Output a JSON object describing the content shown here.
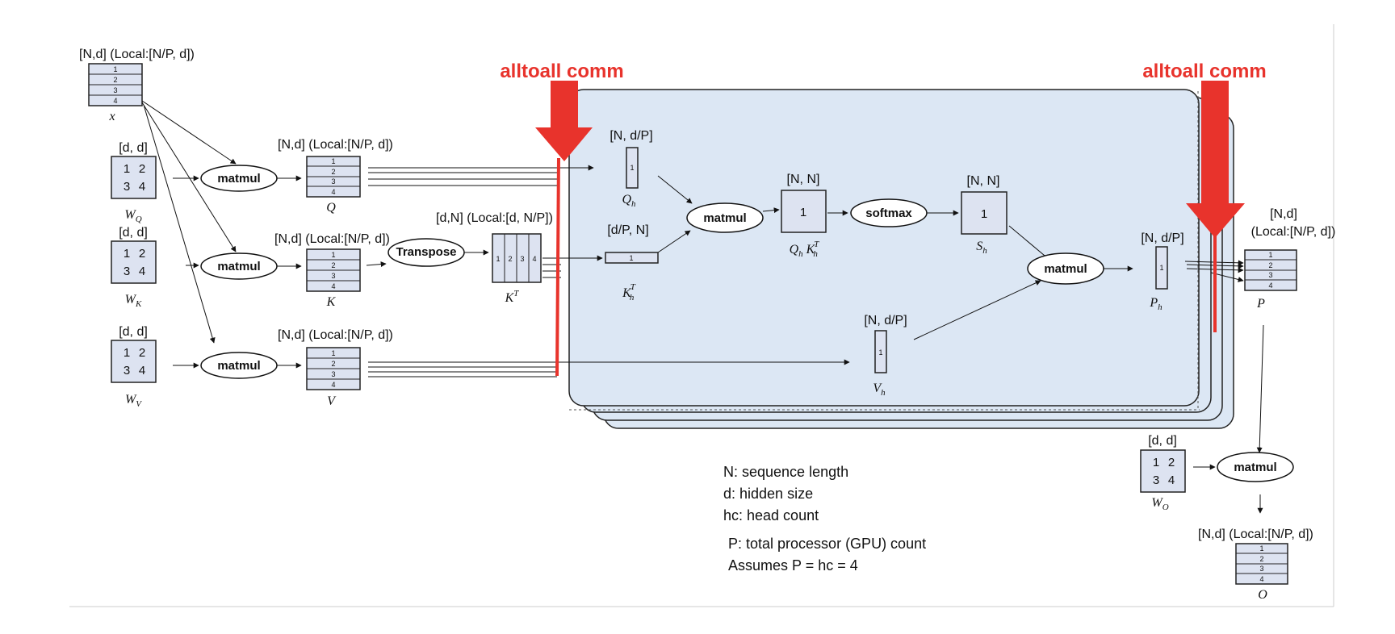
{
  "colors": {
    "comm": "#e8332c",
    "box": "#dde3f1",
    "panel": "#dce7f4",
    "panel_stroke": "#222222"
  },
  "comm": {
    "left_label": "alltoall comm",
    "right_label": "alltoall comm"
  },
  "input": {
    "shape": "[N,d] (Local:[N/P, d])",
    "name": "x",
    "rows": [
      "1",
      "2",
      "3",
      "4"
    ]
  },
  "weights": {
    "q": {
      "shape": "[d, d]",
      "cells": [
        "1",
        "2",
        "3",
        "4"
      ],
      "name": "W",
      "sub": "Q"
    },
    "k": {
      "shape": "[d, d]",
      "cells": [
        "1",
        "2",
        "3",
        "4"
      ],
      "name": "W",
      "sub": "K"
    },
    "v": {
      "shape": "[d, d]",
      "cells": [
        "1",
        "2",
        "3",
        "4"
      ],
      "name": "W",
      "sub": "V"
    },
    "o": {
      "shape": "[d, d]",
      "cells": [
        "1",
        "2",
        "3",
        "4"
      ],
      "name": "W",
      "sub": "O"
    }
  },
  "ops": {
    "matmul": "matmul",
    "transpose": "Transpose",
    "softmax": "softmax"
  },
  "projections": {
    "q": {
      "shape": "[N,d] (Local:[N/P, d])",
      "name": "Q",
      "rows": [
        "1",
        "2",
        "3",
        "4"
      ]
    },
    "k": {
      "shape": "[N,d] (Local:[N/P, d])",
      "name": "K",
      "rows": [
        "1",
        "2",
        "3",
        "4"
      ]
    },
    "v": {
      "shape": "[N,d] (Local:[N/P, d])",
      "name": "V",
      "rows": [
        "1",
        "2",
        "3",
        "4"
      ]
    }
  },
  "kt": {
    "shape": "[d,N] (Local:[d, N/P])",
    "name": "K",
    "sup": "T",
    "cols": [
      "1",
      "2",
      "3",
      "4"
    ]
  },
  "heads": {
    "qh": {
      "shape": "[N, d/P]",
      "cell": "1",
      "name": "Q",
      "sub": "h"
    },
    "kht": {
      "shape": "[d/P, N]",
      "cell": "1",
      "name": "K",
      "sub": "h",
      "sup": "T"
    },
    "qk": {
      "shape": "[N, N]",
      "cell": "1",
      "name1": "Q",
      "sub1": "h",
      "name2": "K",
      "sub2": "h",
      "sup2": "T"
    },
    "sh": {
      "shape": "[N, N]",
      "cell": "1",
      "name": "S",
      "sub": "h"
    },
    "vh": {
      "shape": "[N, d/P]",
      "cell": "1",
      "name": "V",
      "sub": "h"
    },
    "ph": {
      "shape": "[N, d/P]",
      "cell": "1",
      "name": "P",
      "sub": "h"
    }
  },
  "p_out": {
    "shape1": "[N,d]",
    "shape2": "(Local:[N/P, d])",
    "name": "P",
    "rows": [
      "1",
      "2",
      "3",
      "4"
    ]
  },
  "o_out": {
    "shape": "[N,d] (Local:[N/P, d])",
    "name": "O",
    "rows": [
      "1",
      "2",
      "3",
      "4"
    ]
  },
  "legend": [
    "N: sequence length",
    "d: hidden size",
    "hc: head count",
    "P: total processor (GPU) count",
    "Assumes P = hc = 4"
  ]
}
